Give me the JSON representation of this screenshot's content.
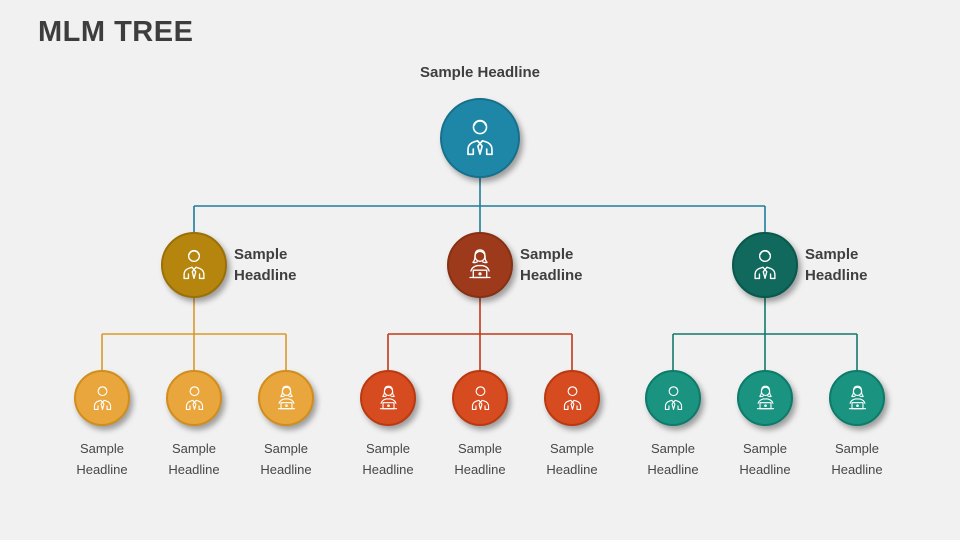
{
  "slide": {
    "title": "MLM TREE",
    "background_color": "#f1f1f2",
    "title_color": "#3d3d3d"
  },
  "root": {
    "label": "Sample Headline",
    "icon": "man-tie",
    "icon_href": "#i-man-tie",
    "fill": "#1e87a8",
    "border": "#177089",
    "line_color": "#1f7c99"
  },
  "branches": [
    {
      "label": "Sample Headline",
      "icon": "man-tie",
      "icon_href": "#i-man-tie",
      "fill": "#b5850e",
      "border": "#9a7007",
      "line_color": "#d9992b",
      "children": [
        {
          "label": "Sample Headline",
          "icon": "man-tie",
          "icon_href": "#i-man-tie",
          "fill": "#e9a63d",
          "border": "#d18e1a"
        },
        {
          "label": "Sample Headline",
          "icon": "man-tie",
          "icon_href": "#i-man-tie",
          "fill": "#e9a63d",
          "border": "#d18e1a"
        },
        {
          "label": "Sample Headline",
          "icon": "woman-laptop",
          "icon_href": "#i-woman-laptop",
          "fill": "#e9a63d",
          "border": "#d18e1a"
        }
      ]
    },
    {
      "label": "Sample Headline",
      "icon": "woman-laptop",
      "icon_href": "#i-woman-laptop",
      "fill": "#9d3a1c",
      "border": "#873012",
      "line_color": "#bf3a17",
      "children": [
        {
          "label": "Sample Headline",
          "icon": "woman-laptop",
          "icon_href": "#i-woman-laptop",
          "fill": "#d64b20",
          "border": "#b93a11"
        },
        {
          "label": "Sample Headline",
          "icon": "man-tie",
          "icon_href": "#i-man-tie",
          "fill": "#d64b20",
          "border": "#b93a11"
        },
        {
          "label": "Sample Headline",
          "icon": "man-tie",
          "icon_href": "#i-man-tie",
          "fill": "#d64b20",
          "border": "#b93a11"
        }
      ]
    },
    {
      "label": "Sample Headline",
      "icon": "man-tie",
      "icon_href": "#i-man-tie",
      "fill": "#10695c",
      "border": "#0a584c",
      "line_color": "#13796b",
      "children": [
        {
          "label": "Sample Headline",
          "icon": "man-tie",
          "icon_href": "#i-man-tie",
          "fill": "#1b9381",
          "border": "#0d7b6a"
        },
        {
          "label": "Sample Headline",
          "icon": "woman-laptop",
          "icon_href": "#i-woman-laptop",
          "fill": "#1b9381",
          "border": "#0d7b6a"
        },
        {
          "label": "Sample Headline",
          "icon": "woman-laptop",
          "icon_href": "#i-woman-laptop",
          "fill": "#1b9381",
          "border": "#0d7b6a"
        }
      ]
    }
  ]
}
